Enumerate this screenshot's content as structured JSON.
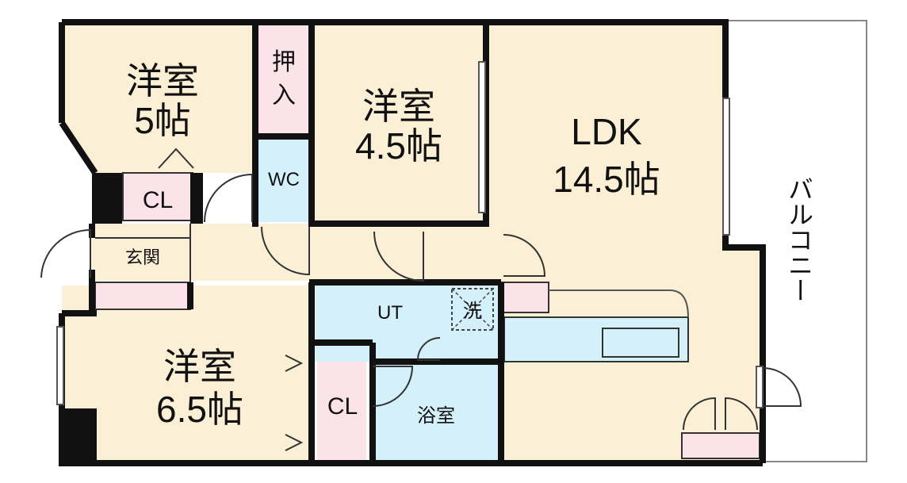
{
  "colors": {
    "room": "#fbf0d5",
    "closet": "#fbe3e9",
    "wet": "#d4f0fb",
    "wall": "#111111",
    "balcony": "#ffffff"
  },
  "rooms": {
    "room5": {
      "name": "洋室",
      "size": "5帖"
    },
    "room45": {
      "name": "洋室",
      "size": "4.5帖"
    },
    "ldk": {
      "name": "LDK",
      "size": "14.5帖"
    },
    "room65": {
      "name": "洋室",
      "size": "6.5帖"
    }
  },
  "labels": {
    "oshiire_1": "押",
    "oshiire_2": "入",
    "wc": "WC",
    "cl_upper": "CL",
    "cl_lower": "CL",
    "entrance": "玄関",
    "ut": "UT",
    "washer": "洗",
    "bath": "浴室",
    "balcony": "バルコニー"
  }
}
